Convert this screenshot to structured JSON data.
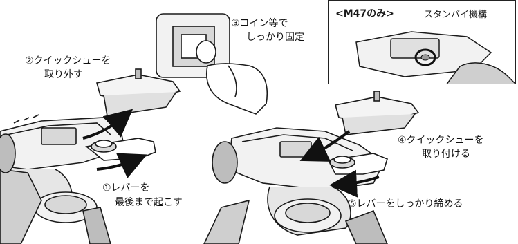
{
  "labels": {
    "step1_line1": "①レバーを",
    "step1_line2": "最後まで起こす",
    "step2_line1": "②クイックシューを",
    "step2_line2": "取り外す",
    "step3_line1": "③コイン等で",
    "step3_line2": "しっかり固定",
    "step4_line1": "④クイックシューを",
    "step4_line2": "取り付ける",
    "step5": "⑤レバーをしっかり締める"
  },
  "inset": {
    "title": "<M47のみ>",
    "subtitle": "スタンバイ機構"
  },
  "colors": {
    "line": "#1a1a1a",
    "fill_light": "#f2f2f2",
    "fill_mid": "#d8d8d8",
    "fill_dark": "#9a9a9a"
  }
}
